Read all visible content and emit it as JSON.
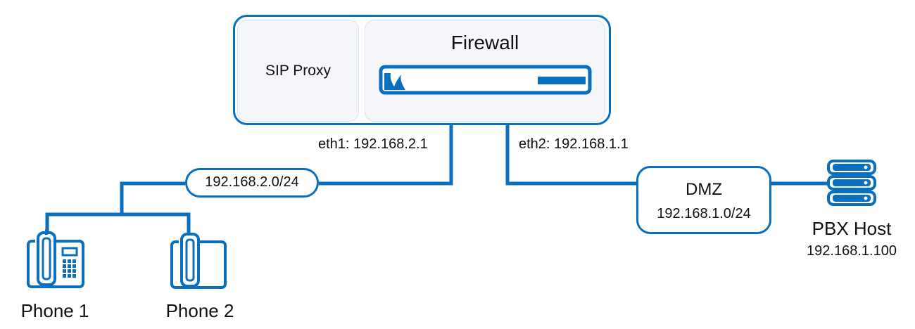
{
  "colors": {
    "line": "#0b6fbf",
    "panel": "#f4f6f9",
    "text": "#111111"
  },
  "firewall_box": {
    "sip_proxy_label": "SIP Proxy",
    "firewall_label": "Firewall",
    "device_icon": "firewall-appliance-icon"
  },
  "interfaces": {
    "eth1": "eth1: 192.168.2.1",
    "eth2": "eth2: 192.168.1.1"
  },
  "networks": {
    "lan": "192.168.2.0/24",
    "dmz_title": "DMZ",
    "dmz_subnet": "192.168.1.0/24"
  },
  "pbx": {
    "name": "PBX Host",
    "ip": "192.168.1.100",
    "icon": "server-stack-icon"
  },
  "phones": [
    {
      "label": "Phone 1",
      "icon": "desk-phone-keypad-icon"
    },
    {
      "label": "Phone 2",
      "icon": "desk-phone-icon"
    }
  ]
}
